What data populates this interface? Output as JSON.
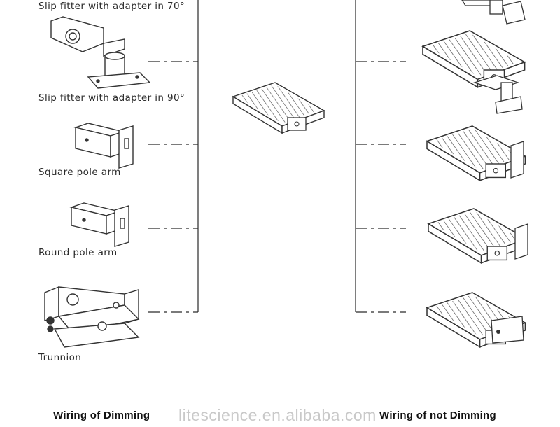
{
  "left_options": [
    {
      "label": "Slip fitter with adapter in 70°",
      "icon": "slip-fitter-70-icon"
    },
    {
      "label": "Slip fitter with adapter in 90°",
      "icon": "slip-fitter-90-icon"
    },
    {
      "label": "Square pole arm",
      "icon": "square-pole-arm-icon"
    },
    {
      "label": "Round pole arm",
      "icon": "round-pole-arm-icon"
    },
    {
      "label": "Trunnion",
      "icon": "trunnion-icon"
    }
  ],
  "footer": {
    "left": "Wiring  of  Dimming",
    "watermark": "litescience.en.alibaba.com",
    "right": "Wiring  of  not  Dimming"
  },
  "colors": {
    "line": "#2a2a2a",
    "watermark": "#c9c9c9"
  }
}
